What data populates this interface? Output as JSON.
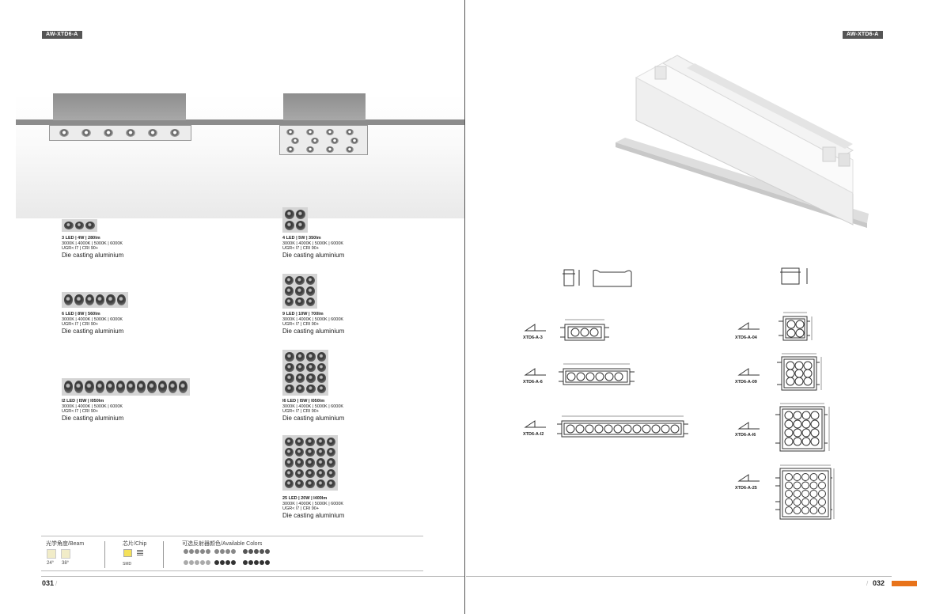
{
  "header": {
    "model_tag_left": "AW-XTD6-A",
    "model_tag_right": "AW-XTD6-A"
  },
  "products": [
    {
      "id": "3",
      "line1": "3 LED | 4W | 280lm",
      "line2": "3000K | 4000K | 5000K | 6000K",
      "line3": "UGR< l7 | CRI 90+",
      "line4": "Die casting aluminium"
    },
    {
      "id": "4",
      "line1": "4 LED | 5W | 350lm",
      "line2": "3000K | 4000K | 5000K | 6000K",
      "line3": "UGR< l7 | CRI 90+",
      "line4": "Die casting aluminium"
    },
    {
      "id": "6",
      "line1": "6 LED | 8W | 560lm",
      "line2": "3000K | 4000K | 5000K | 6000K",
      "line3": "UGR< l7 | CRI 90+",
      "line4": "Die casting aluminium"
    },
    {
      "id": "9",
      "line1": "9 LED | 10W | 700lm",
      "line2": "3000K | 4000K | 5000K | 6000K",
      "line3": "UGR< l7 | CRI 90+",
      "line4": "Die casting aluminium"
    },
    {
      "id": "12",
      "line1": "l2 LED | l5W | l050lm",
      "line2": "3000K | 4000K | 5000K | 6000K",
      "line3": "UGR< l7 | CRI 90+",
      "line4": "Die casting aluminium"
    },
    {
      "id": "16",
      "line1": "l6 LED | l5W | l050lm",
      "line2": "3000K | 4000K | 5000K | 6000K",
      "line3": "UGR< l7 | CRI 90+",
      "line4": "Die casting aluminium"
    },
    {
      "id": "25",
      "line1": "25 LED | 20W | l400lm",
      "line2": "3000K | 4000K | 5000K | 6000K",
      "line3": "UGR< l7 | CRI 90+",
      "line4": "Die casting aluminium"
    }
  ],
  "legend": {
    "beam_title": "光学角度/Beam",
    "beam_angles": [
      "24°",
      "38°"
    ],
    "chip_title": "芯片/Chip",
    "chip_type": "SMD",
    "colors_title": "可选反射器颜色/Available Colors"
  },
  "drawings": {
    "xtd6_a_3": "XTD6-A-3",
    "xtd6_a_6": "XTD6-A-6",
    "xtd6_a_12": "XTD6-A-l2",
    "xtd6_a_04": "XTD6-A-04",
    "xtd6_a_09": "XTD6-A-09",
    "xtd6_a_16": "XTD6-A-l6",
    "xtd6_a_25": "XTD6-A-25"
  },
  "page_numbers": {
    "left": "031",
    "right": "032"
  },
  "colors": {
    "accent": "#e8731a",
    "tag_bg": "#555555"
  }
}
